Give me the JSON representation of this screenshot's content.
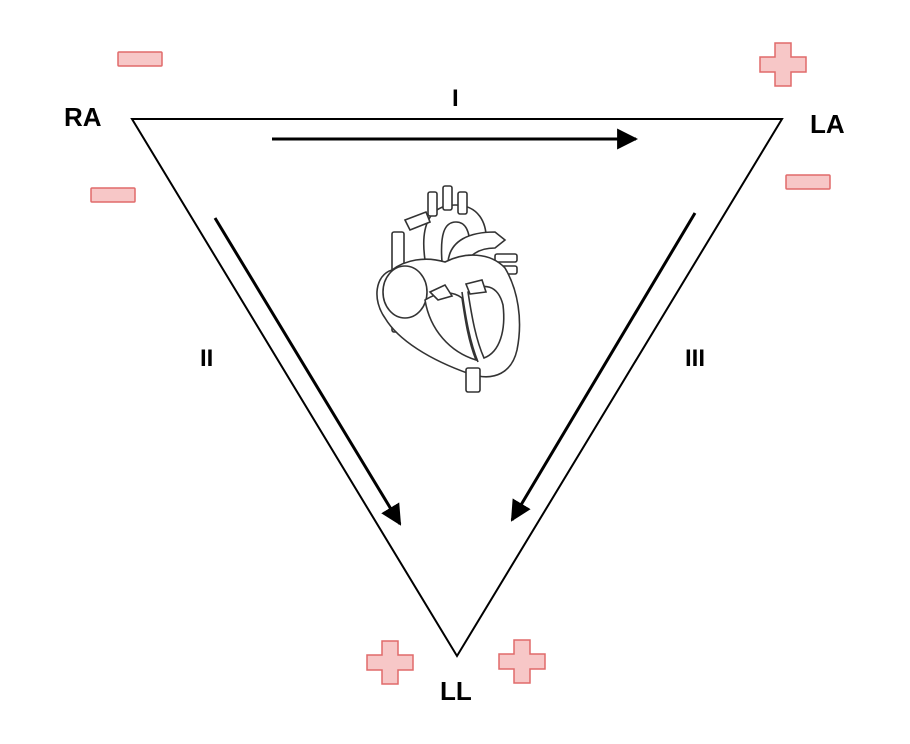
{
  "vertices": {
    "right_arm": "RA",
    "left_arm": "LA",
    "left_leg": "LL"
  },
  "leads": {
    "lead_1": "I",
    "lead_2": "II",
    "lead_3": "III"
  },
  "colors": {
    "line": "#000000",
    "sign_fill": "#f7c7c7",
    "sign_stroke": "#e06a6a"
  },
  "icons": [
    "minus-sign-icon",
    "plus-sign-icon",
    "heart-illustration"
  ]
}
